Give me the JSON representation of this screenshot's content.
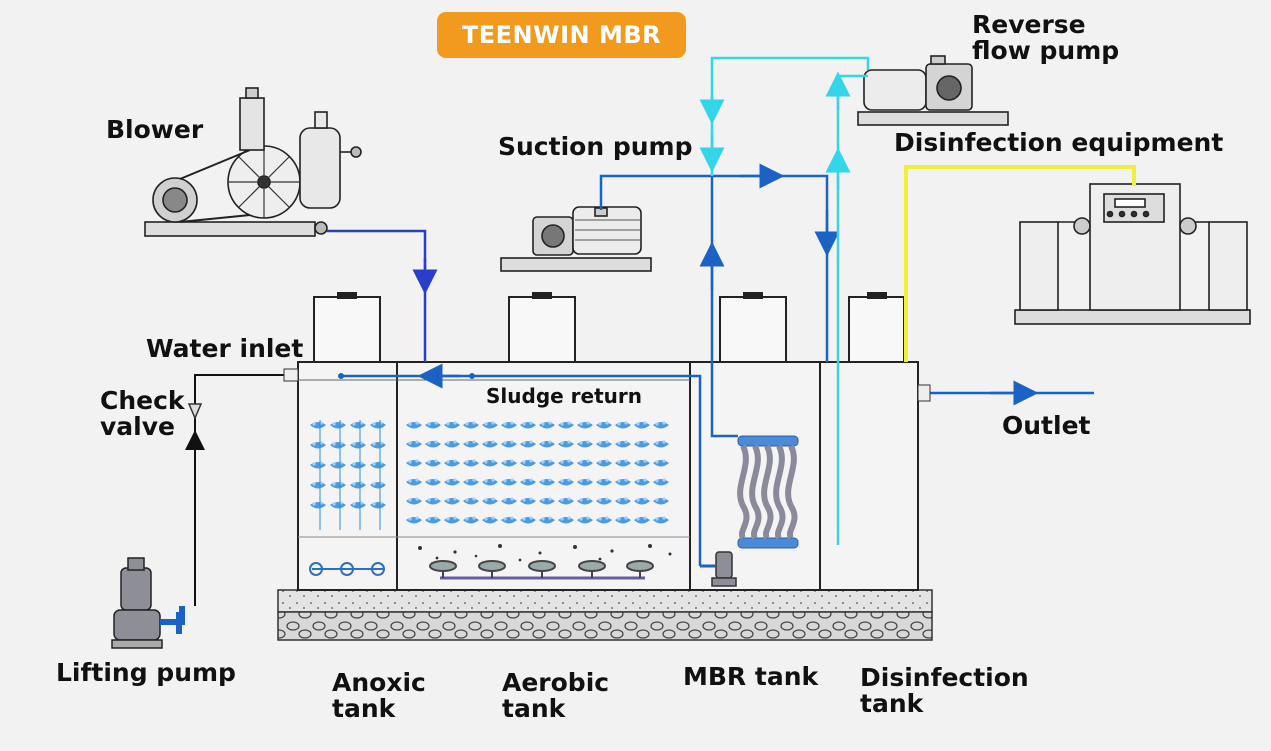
{
  "title": "TEENWIN MBR",
  "labels": {
    "blower": "Blower",
    "suction_pump": "Suction pump",
    "reverse_flow_pump": "Reverse\nflow pump",
    "disinfection_equipment": "Disinfection equipment",
    "water_inlet": "Water inlet",
    "check_valve": "Check\nvalve",
    "sludge_return": "Sludge return",
    "outlet": "Outlet",
    "lifting_pump": "Lifting pump",
    "anoxic_tank": "Anoxic\ntank",
    "aerobic_tank": "Aerobic\ntank",
    "mbr_tank": "MBR tank",
    "disinfection_tank": "Disinfection\ntank"
  },
  "colors": {
    "badge": "#f29a1e",
    "air_line": "#2a3fc9",
    "water_line": "#1c62c4",
    "backwash_line": "#33d6e8",
    "disinfect_line": "#f0f03a",
    "bubbles": "#2f8ad8"
  }
}
